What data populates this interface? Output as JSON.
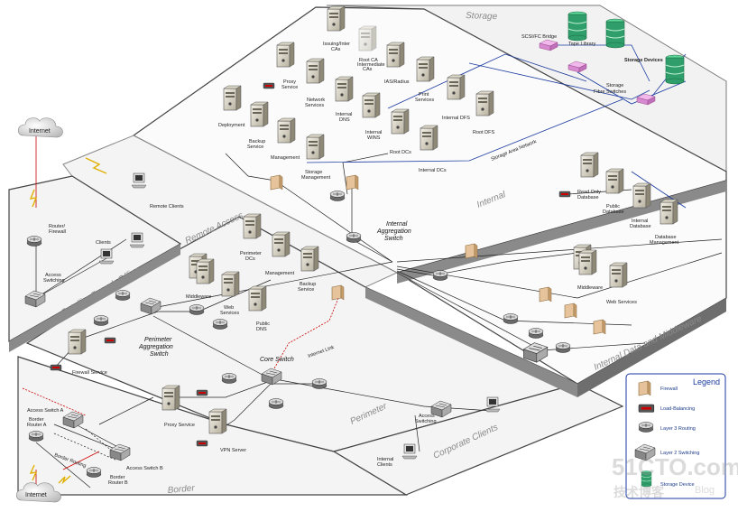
{
  "zones": {
    "storage": "Storage",
    "internal": "Internal",
    "remote_access": "Remote Access",
    "satellite": "Satellite Branch Office",
    "internal_data": "Internal Data and Middleware",
    "perimeter": "Perimeter",
    "corporate": "Corporate Clients",
    "border": "Border"
  },
  "clouds": {
    "top": "Internet",
    "bottom": "Internet"
  },
  "switch_labels": {
    "internal_agg": [
      "Internal",
      "Aggregation",
      "Switch"
    ],
    "perimeter_agg": [
      "Perimeter",
      "Aggregation",
      "Switch"
    ],
    "core": "Core Switch",
    "internet_link": "Internet Link",
    "storage_area_network": "Storage Area Network",
    "border_routing": "Border Routing"
  },
  "storage": {
    "scsi_bridge": "SCSI/FC Bridge",
    "tape": "Tape Library",
    "devices": "Storage Devices",
    "fibre": [
      "Storage",
      "Fibre Switches"
    ]
  },
  "servers": {
    "issuing": [
      "Issuing/Inter",
      "CAs"
    ],
    "root_ca": [
      "Root CA",
      "Intermediate",
      "CAs"
    ],
    "ias": "IAS/Radius",
    "proxy_int": [
      "Proxy",
      "Service"
    ],
    "network_services": [
      "Network",
      "Services"
    ],
    "print": [
      "Print",
      "Services"
    ],
    "internal_dfs": "Internal DFS",
    "root_dfs": "Root DFS",
    "internal_dns": [
      "Internal",
      "DNS"
    ],
    "internal_wins": [
      "Internal",
      "WINS"
    ],
    "root_dcs": "Root DCs",
    "internal_dcs": "Internal DCs",
    "deployment": "Deployment",
    "backup": [
      "Backup",
      "Service"
    ],
    "management_int": "Management",
    "storage_mgmt": [
      "Storage",
      "Management"
    ],
    "read_only_db": [
      "Read Only",
      "Database"
    ],
    "public_db": [
      "Public",
      "Database"
    ],
    "internal_db": [
      "Internal",
      "Database"
    ],
    "db_mgmt": [
      "Database",
      "Management"
    ],
    "middleware_int": "Middleware",
    "web_services_int": "Web Services",
    "remote_clients": "Remote Clients",
    "router_firewall": [
      "Router/",
      "Firewall"
    ],
    "clients_sat": "Clients",
    "access_switching_sat": [
      "Access",
      "Switching"
    ],
    "perimeter_dcs": [
      "Perimeter",
      "DCs"
    ],
    "management_per": "Management",
    "backup_per": [
      "Backup",
      "Service"
    ],
    "middleware_per": "Middleware",
    "web_services_per": [
      "Web",
      "Services"
    ],
    "public_dns": [
      "Public",
      "DNS"
    ],
    "firewall_service": "Firewall Service",
    "proxy_per": "Proxy Service",
    "vpn": "VPN Server",
    "access_switching_corp": [
      "Access",
      "Switching"
    ],
    "internal_clients": [
      "Internal",
      "Clients"
    ],
    "access_switch_a": "Access Switch A",
    "border_router_a": [
      "Border",
      "Router A"
    ],
    "access_switch_b": "Access Switch B",
    "border_router_b": [
      "Border",
      "Router B"
    ]
  },
  "legend": {
    "title": "Legend",
    "items": [
      "Firewall",
      "Load-Balancing",
      "Layer 3 Routing",
      "Layer 2 Switching",
      "Storage Device"
    ]
  },
  "watermark": {
    "site": "51CTO.com",
    "sub": "技术博客",
    "blog": "Blog"
  },
  "colors": {
    "internet": "#cc0000",
    "san": "#1a3aa0",
    "storage_green": "#2f9e6a",
    "fibre_pink": "#d88ad0",
    "firewall": "#e6c39a",
    "legend_border": "#1a3aa0"
  }
}
